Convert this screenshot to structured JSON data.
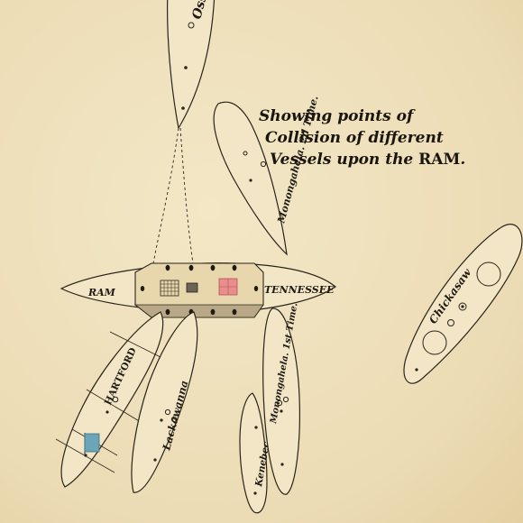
{
  "title": {
    "line1": "Showing points of",
    "line2": "Collision of different",
    "line3_prefix": "Vessels upon the ",
    "line3_emph": "RAM",
    "line3_suffix": "."
  },
  "ram": {
    "left_label": "RAM",
    "right_label": "TENNESSEE"
  },
  "vessels": {
    "ossipee": "Oss",
    "monongahela_2": "Monongahela. 2d Time.",
    "chickasaw": "Chickasaw",
    "hartford": "HARTFORD",
    "lackawanna": "Lackawanna",
    "monongahela_1": "Monongahela. 1st Time.",
    "kennebec": "Kenebec"
  },
  "colors": {
    "paper": "#efe2bf",
    "ink": "#1f1a12",
    "flag": "#6aa6b8",
    "hit_marker": "#e07a7a"
  }
}
